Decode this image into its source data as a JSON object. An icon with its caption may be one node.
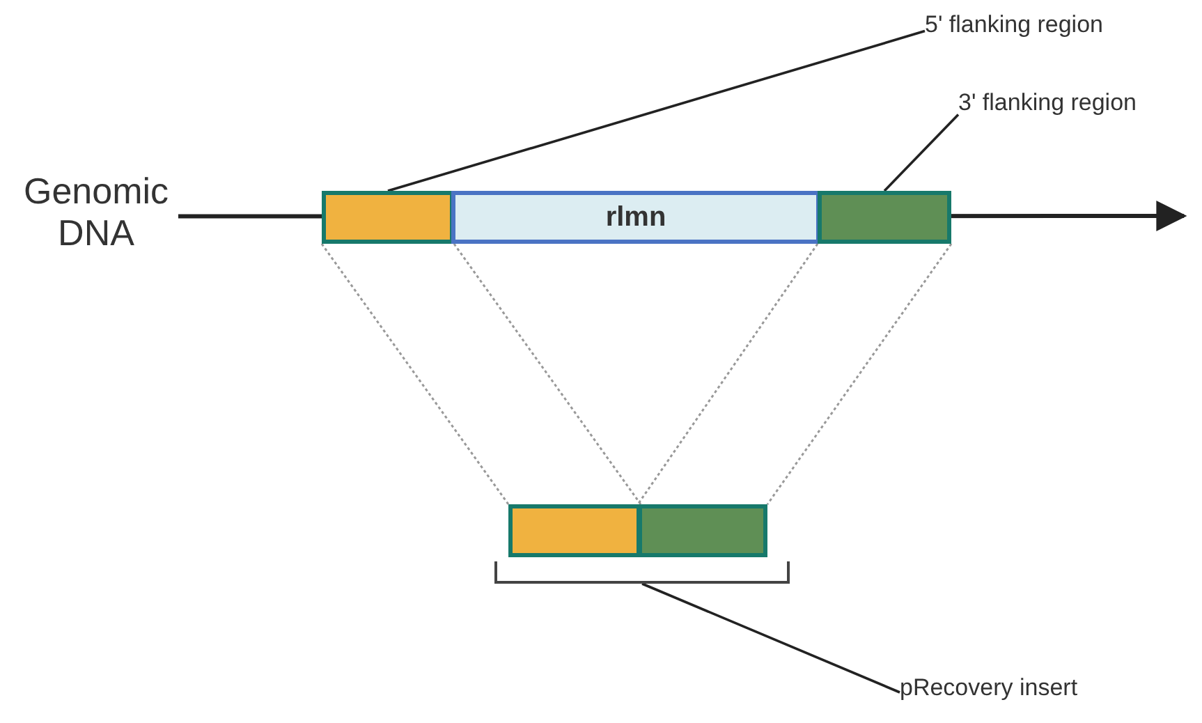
{
  "diagram": {
    "nodes": [
      {
        "text": [
          "Genomic DNA"
        ]
      },
      {
        "text": [],
        "shape": "box"
      },
      {
        "text": [
          "rlmn"
        ]
      },
      {
        "text": [],
        "shape": "box"
      },
      {
        "text": [],
        "shape": "box"
      },
      {
        "text": [],
        "shape": "box"
      },
      {
        "text": [
          "5' flanking region"
        ]
      },
      {
        "text": [
          "3' flanking region"
        ]
      },
      {
        "text": [],
        "shape": "bracket"
      },
      {
        "text": [
          "pRecovery insert"
        ]
      }
    ],
    "edges": [
      {
        "from": 0,
        "to": null,
        "arrow": "to",
        "style": "thick"
      },
      {
        "from": 6,
        "to": 1,
        "arrow": "none"
      },
      {
        "from": 7,
        "to": 3,
        "arrow": "none"
      },
      {
        "from": 1,
        "to": 4,
        "arrow": "none",
        "style": "dashed",
        "color": "#999999"
      },
      {
        "from": 1,
        "to": 4,
        "arrow": "none",
        "style": "dashed",
        "color": "#999999"
      },
      {
        "from": 3,
        "to": 5,
        "arrow": "none",
        "style": "dashed",
        "color": "#999999"
      },
      {
        "from": 3,
        "to": 5,
        "arrow": "none",
        "style": "dashed",
        "color": "#999999"
      },
      {
        "from": 9,
        "to": 8,
        "arrow": "none"
      }
    ]
  }
}
